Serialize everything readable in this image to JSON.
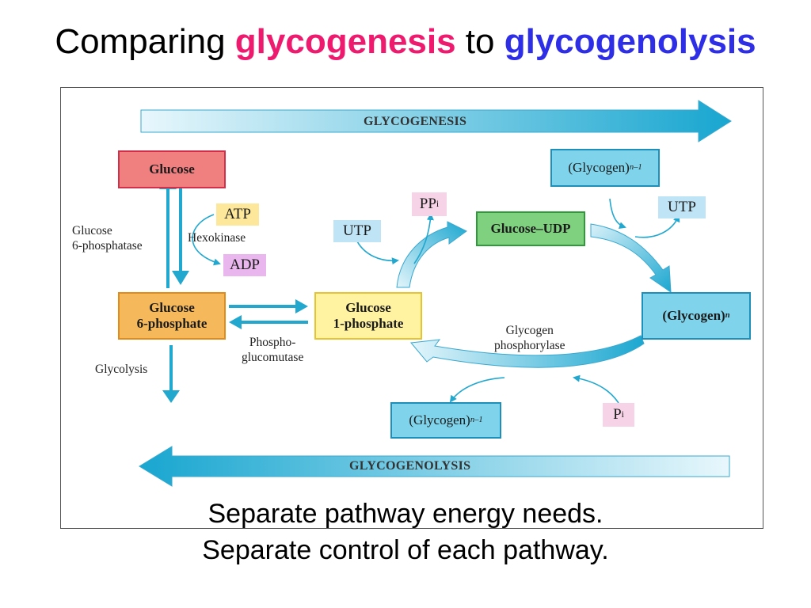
{
  "slide": {
    "title": {
      "prefix": "Comparing ",
      "term1": "glycogenesis",
      "middle": " to ",
      "term2": "glycogenolysis",
      "term1_color": "#ee1a6e",
      "term2_color": "#2e2ee6"
    },
    "captions": [
      "Separate pathway energy needs.",
      "Separate control of each pathway."
    ]
  },
  "diagram": {
    "bands": {
      "top": "GLYCOGENESIS",
      "bottom": "GLYCOGENOLYSIS"
    },
    "nodes": {
      "glucose": "Glucose",
      "g6p": [
        "Glucose",
        "6-phosphate"
      ],
      "g1p": [
        "Glucose",
        "1-phosphate"
      ],
      "glucose_udp": "Glucose–UDP",
      "glycogen_n_top": {
        "base": "(Glycogen)",
        "sub": "n–1"
      },
      "glycogen_n": {
        "base": "(Glycogen)",
        "sub": "n"
      },
      "glycogen_n_bottom": {
        "base": "(Glycogen)",
        "sub": "n–1"
      }
    },
    "cofactors": {
      "atp": "ATP",
      "adp": "ADP",
      "ppi": {
        "base": "PP",
        "sub": "i"
      },
      "utp_left": "UTP",
      "utp_right": "UTP",
      "pi": {
        "base": "P",
        "sub": "i"
      }
    },
    "enzymes": {
      "glucose_6_phosphatase": [
        "Glucose",
        "6-phosphatase"
      ],
      "hexokinase": "Hexokinase",
      "glycolysis": "Glycolysis",
      "phosphoglucomutase": [
        "Phospho-",
        "glucomutase"
      ],
      "glycogen_phosphorylase": [
        "Glycogen",
        "phosphorylase"
      ]
    },
    "colors": {
      "glucose_fill": "#f08080",
      "glucose_border": "#d0304a",
      "g6p_fill": "#f5b85a",
      "g6p_border": "#e08c1a",
      "g1p_fill": "#fff2a0",
      "g1p_border": "#e6c330",
      "udp_fill": "#7fd07f",
      "udp_border": "#2f9a3a",
      "glycogen_fill": "#7fd3ea",
      "glycogen_border": "#1d8fb8",
      "atp_fill": "#fde79a",
      "adp_fill": "#e9b7ee",
      "ppi_fill": "#f6d3e6",
      "utp_fill": "#bfe4f5",
      "pi_fill": "#f6d3e6",
      "arrow": "#22a8cf"
    }
  }
}
